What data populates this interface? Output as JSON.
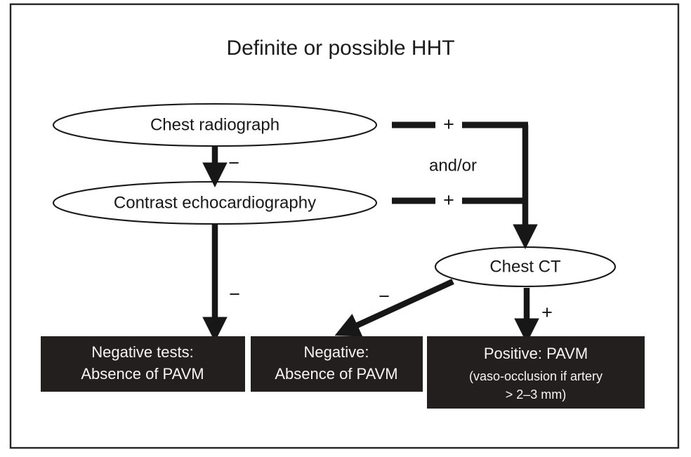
{
  "figure": {
    "title": "Definite or possible HHT",
    "frame_color": "#262626",
    "background_color": "#ffffff"
  },
  "nodes": [
    {
      "id": "chest-radiograph",
      "label": "Chest radiograph",
      "shape": "ellipse"
    },
    {
      "id": "contrast-echocardiography",
      "label": "Contrast echocardiography",
      "shape": "ellipse"
    },
    {
      "id": "chest-ct",
      "label": "Chest CT",
      "shape": "ellipse"
    }
  ],
  "connector_labels": {
    "radiograph_negative": "−",
    "radiograph_positive": "+",
    "echo_negative": "−",
    "echo_positive": "+",
    "and_or": "and/or",
    "ct_negative": "−",
    "ct_positive": "+"
  },
  "outcomes": [
    {
      "id": "negative-tests-box",
      "box_color": "#231f1f",
      "text_color": "#f7f5f3",
      "lines": [
        "Negative tests:",
        "Absence of PAVM"
      ]
    },
    {
      "id": "negative-ct-box",
      "box_color": "#231f1f",
      "text_color": "#f7f5f3",
      "lines": [
        "Negative:",
        "Absence of PAVM"
      ]
    },
    {
      "id": "positive-pavm-box",
      "box_color": "#231f1f",
      "text_color": "#f7f5f3",
      "lines": [
        "Positive: PAVM",
        "(vaso-occlusion if artery",
        "> 2–3 mm)"
      ]
    }
  ],
  "chart_data": {
    "type": "diagram",
    "title": "Definite or possible HHT",
    "diagram_kind": "clinical-screening-flowchart",
    "nodes": [
      "Definite or possible HHT",
      "Chest radiograph",
      "Contrast echocardiography",
      "Chest CT",
      "Negative tests: Absence of PAVM",
      "Negative: Absence of PAVM",
      "Positive: PAVM (vaso-occlusion if artery > 2–3 mm)"
    ],
    "edges": [
      {
        "from": "Chest radiograph",
        "to": "Contrast echocardiography",
        "label": "−"
      },
      {
        "from": "Chest radiograph",
        "to": "Chest CT",
        "label": "+"
      },
      {
        "from": "Contrast echocardiography",
        "to": "Negative tests: Absence of PAVM",
        "label": "−"
      },
      {
        "from": "Contrast echocardiography",
        "to": "Chest CT",
        "label": "+"
      },
      {
        "from": "Chest radiograph / Contrast echocardiography",
        "to": "Chest CT",
        "label": "and/or"
      },
      {
        "from": "Chest CT",
        "to": "Negative: Absence of PAVM",
        "label": "−"
      },
      {
        "from": "Chest CT",
        "to": "Positive: PAVM (vaso-occlusion if artery > 2–3 mm)",
        "label": "+"
      }
    ]
  }
}
